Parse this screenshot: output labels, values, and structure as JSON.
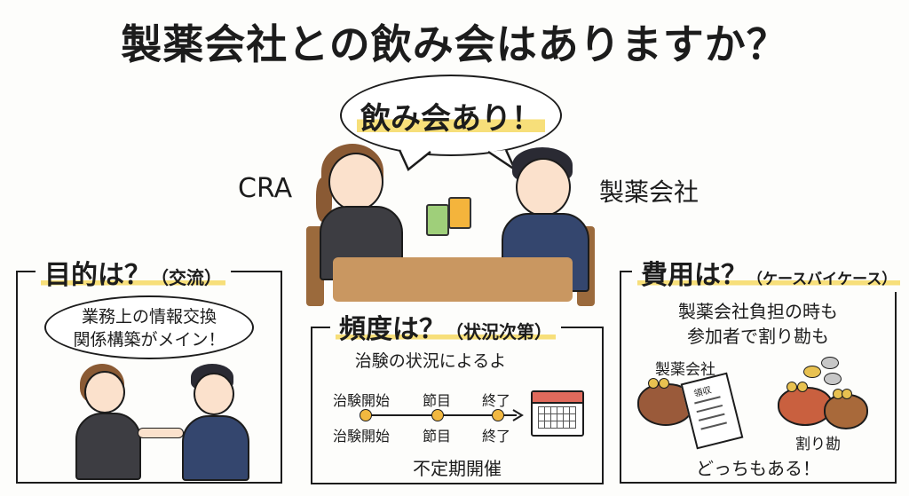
{
  "title": "製薬会社との飲み会はありますか？",
  "hero": {
    "speech": "飲み会あり！",
    "left_label": "CRA",
    "right_label": "製薬会社"
  },
  "sections": {
    "purpose": {
      "heading": "目的は？",
      "heading_note": "（交流）",
      "speech_line1": "業務上の情報交換",
      "speech_line2": "関係構築がメイン！"
    },
    "frequency": {
      "heading": "頻度は？",
      "heading_note": "（状況次第）",
      "subtitle": "治験の状況によるよ",
      "timeline_top": [
        "治験開始",
        "節目",
        "終了"
      ],
      "timeline_bottom": [
        "治験開始",
        "節目",
        "終了"
      ],
      "footer": "不定期開催"
    },
    "cost": {
      "heading": "費用は？",
      "heading_note": "（ケースバイケース）",
      "line1": "製薬会社負担の時も",
      "line2": "参加者で割り勘も",
      "left_caption": "製薬会社",
      "receipt_label": "領収",
      "right_caption": "割り勘",
      "footer": "どっちもある！"
    }
  },
  "colors": {
    "highlight": "#f7df7a",
    "ink": "#1c1c1c",
    "table_wood": "#c99761",
    "calendar_red": "#e06a5c",
    "timeline_dot": "#f2b840",
    "purse_brown": "#9a5a3a",
    "purse_red": "#c9603f"
  }
}
